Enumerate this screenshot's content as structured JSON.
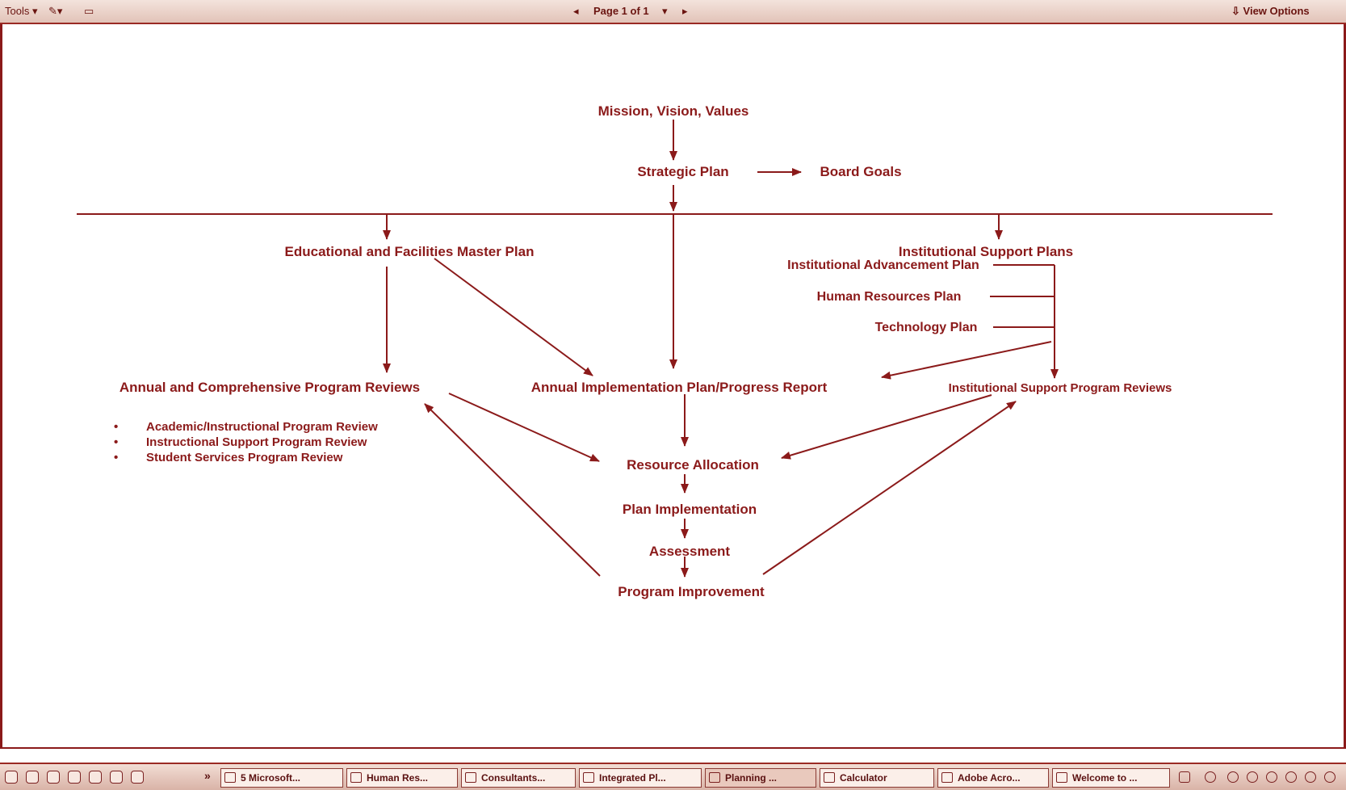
{
  "toolbar": {
    "tools_label": "Tools",
    "page_indicator": "Page 1 of 1",
    "view_options": "View Options"
  },
  "diagram": {
    "mission": "Mission, Vision, Values",
    "strategic_plan": "Strategic Plan",
    "board_goals": "Board Goals",
    "edu_master_plan": "Educational and Facilities Master Plan",
    "inst_support_plans": "Institutional Support Plans",
    "inst_advancement_plan": "Institutional Advancement Plan",
    "hr_plan": "Human Resources Plan",
    "tech_plan": "Technology Plan",
    "program_reviews": "Annual and Comprehensive Program Reviews",
    "review_items": [
      "Academic/Instructional Program Review",
      "Instructional Support Program Review",
      "Student Services Program Review"
    ],
    "annual_impl": "Annual Implementation Plan/Progress Report",
    "inst_support_reviews": "Institutional Support Program Reviews",
    "resource_allocation": "Resource Allocation",
    "plan_implementation": "Plan Implementation",
    "assessment": "Assessment",
    "program_improvement": "Program Improvement"
  },
  "taskbar": {
    "buttons": [
      "5 Microsoft...",
      "Human Res...",
      "Consultants...",
      "Integrated Pl...",
      "Planning ...",
      "Calculator",
      "Adobe Acro...",
      "Welcome to ..."
    ],
    "overflow": "»"
  },
  "colors": {
    "accent": "#8b1a1a",
    "background": "#ffffff"
  }
}
